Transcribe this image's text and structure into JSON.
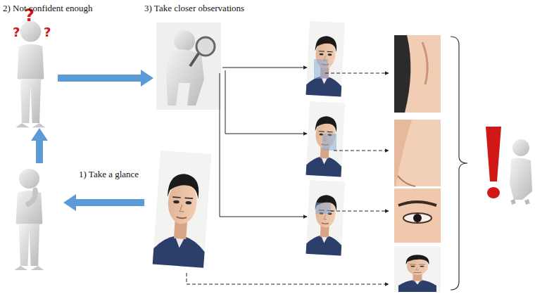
{
  "diagram": {
    "labels": [
      "2) Not confident enough",
      "3) Take closer observations",
      "1) Take a glance"
    ]
  }
}
